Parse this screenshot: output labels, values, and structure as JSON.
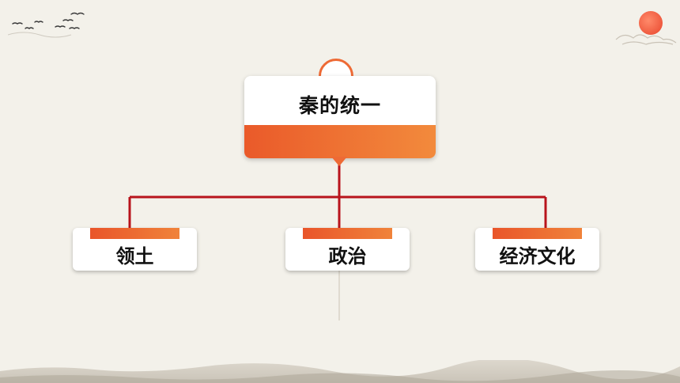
{
  "diagram": {
    "root": {
      "label": "秦的统一"
    },
    "children": [
      {
        "label": "领土"
      },
      {
        "label": "政治"
      },
      {
        "label": "经济文化"
      }
    ]
  },
  "colors": {
    "accent": "#ee6a35",
    "connector": "#b8141c",
    "background": "#f3f1ea",
    "sun": "#e8452c"
  },
  "decorations": {
    "top_left": "flying-birds-icon",
    "top_right": "sun-with-clouds-icon",
    "bottom": "mountain-landscape-strip"
  }
}
